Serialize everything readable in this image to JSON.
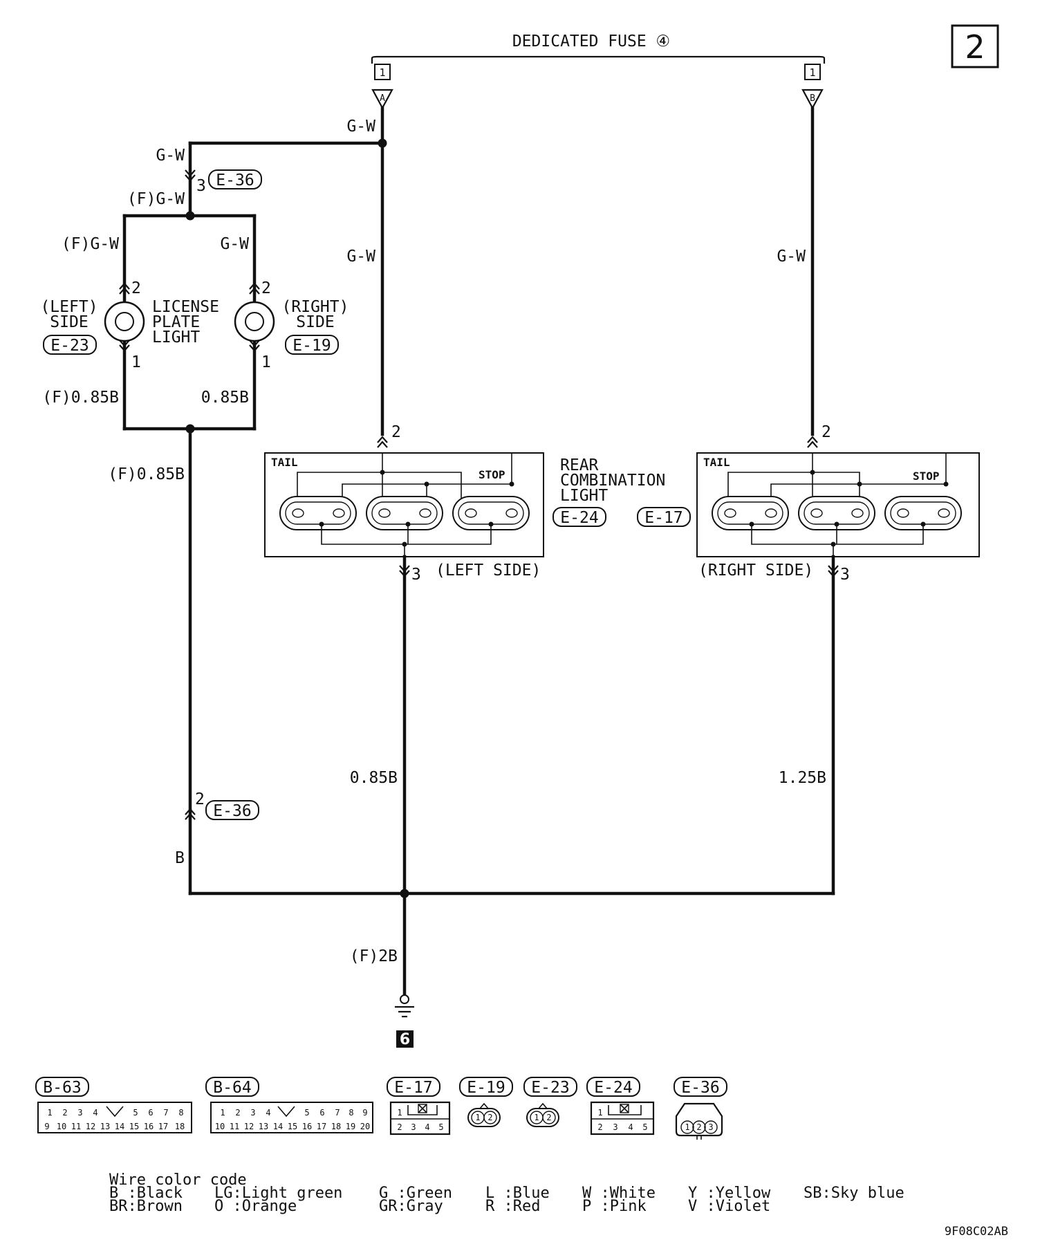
{
  "page_number": "2",
  "fuse_label": "DEDICATED FUSE ④",
  "fuse_terminals": {
    "a": "A",
    "b": "B",
    "connector_pin": "1"
  },
  "wires": {
    "gw_top": "G-W",
    "gw_branch": "G-W",
    "f_gw_junction": "(F)G-W",
    "f_gw_left": "(F)G-W",
    "gw_right_lamp": "G-W",
    "gw_left_combo": "G-W",
    "gw_right_combo": "G-W",
    "f_085b_left": "(F)0.85B",
    "b085_right_lamp": "0.85B",
    "f_085b_down": "(F)0.85B",
    "b_085_left_combo": "0.85B",
    "b_125_right_combo": "1.25B",
    "b_return": "B",
    "f_2b": "(F)2B"
  },
  "connectors": {
    "e36": "E-36",
    "e23": "E-23",
    "e19": "E-19",
    "e24": "E-24",
    "e17": "E-17",
    "b63": "B-63",
    "b64": "B-64"
  },
  "pins": {
    "p1": "1",
    "p2": "2",
    "p3": "3"
  },
  "license_lamp": {
    "left_side": [
      "(LEFT)",
      "SIDE"
    ],
    "right_side": [
      "(RIGHT)",
      "SIDE"
    ],
    "title": [
      "LICENSE",
      "PLATE",
      "LIGHT"
    ]
  },
  "rear_combination": {
    "title": [
      "REAR",
      "COMBINATION",
      "LIGHT"
    ],
    "tail": "TAIL",
    "stop": "STOP",
    "left_side": "(LEFT SIDE)",
    "right_side": "(RIGHT SIDE)"
  },
  "ground_number": "6",
  "connector_pins": {
    "b63_top": [
      "1",
      "2",
      "3",
      "4",
      "5",
      "6",
      "7",
      "8"
    ],
    "b63_bottom": [
      "9",
      "10",
      "11",
      "12",
      "13",
      "14",
      "15",
      "16",
      "17",
      "18"
    ],
    "b64_top": [
      "1",
      "2",
      "3",
      "4",
      "5",
      "6",
      "7",
      "8",
      "9"
    ],
    "b64_bottom": [
      "10",
      "11",
      "12",
      "13",
      "14",
      "15",
      "16",
      "17",
      "18",
      "19",
      "20"
    ],
    "e17_top": [
      "1"
    ],
    "e17_bottom": [
      "2",
      "3",
      "4",
      "5"
    ],
    "e24_top": [
      "1"
    ],
    "e24_bottom": [
      "2",
      "3",
      "4",
      "5"
    ],
    "e19": [
      "1",
      "2"
    ],
    "e23": [
      "1",
      "2"
    ],
    "e36": [
      "1",
      "2",
      "3"
    ]
  },
  "wire_color_code": {
    "title": "Wire color code",
    "row1": [
      "B :Black",
      "LG:Light green",
      "G :Green",
      "L :Blue",
      "W :White",
      "Y :Yellow",
      "SB:Sky blue"
    ],
    "row2": [
      "BR:Brown",
      "O :Orange",
      "GR:Gray",
      "R :Red",
      "P :Pink",
      "V :Violet"
    ]
  },
  "diagram_code": "9F08C02AB"
}
